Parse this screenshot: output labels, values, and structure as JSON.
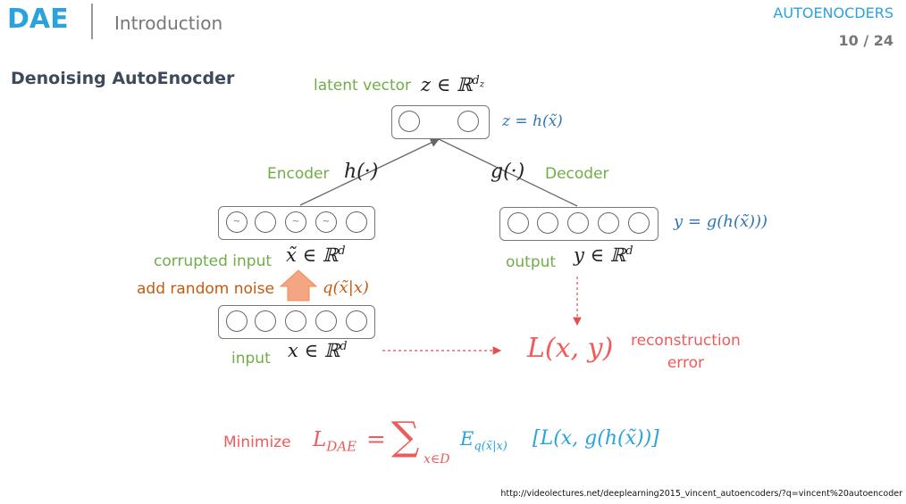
{
  "header": {
    "short_title": "DAE",
    "section": "Introduction",
    "topic": "AUTOENOCDERS",
    "page": "10 / 24"
  },
  "slide_title": "Denoising AutoEnocder",
  "latent": {
    "label": "latent vector",
    "symbol": "z ∈ ℝ",
    "superscript": "d",
    "superscript_sub": "z",
    "equation": "z = h(x̃)"
  },
  "encoder": {
    "label": "Encoder",
    "symbol": "h(·)"
  },
  "decoder": {
    "label": "Decoder",
    "symbol": "g(·)"
  },
  "corrupted": {
    "label": "corrupted input",
    "symbol": "x̃ ∈ ℝ",
    "superscript": "d",
    "node_glyph": "~"
  },
  "noise": {
    "label": "add random noise",
    "symbol": "q(x̃|x)"
  },
  "input": {
    "label": "input",
    "symbol": "x ∈ ℝ",
    "superscript": "d"
  },
  "output": {
    "label": "output",
    "symbol": "y ∈ ℝ",
    "superscript": "d",
    "equation": "y = g(h(x̃)))"
  },
  "loss": {
    "symbol": "L(x, y)",
    "label_line1": "reconstruction",
    "label_line2": "error"
  },
  "objective": {
    "label": "Minimize",
    "lhs": "L",
    "lhs_sub": "DAE",
    "equals": "=",
    "sum": "∑",
    "sum_sub": "x∈D",
    "expect": "E",
    "expect_sub": "q(x̃|x)",
    "bracket": "[L(x, g(h(x̃))]"
  },
  "source_url": "http://videolectures.net/deeplearning2015_vincent_autoencoders/?q=vincent%20autoencoder",
  "colors": {
    "accent_blue": "#29A3E0",
    "label_green": "#70AD47",
    "math_blue": "#2E75B6",
    "loss_red": "#F05A5A",
    "noise_orange": "#C55A11",
    "noise_arrow": "#F4A582"
  }
}
